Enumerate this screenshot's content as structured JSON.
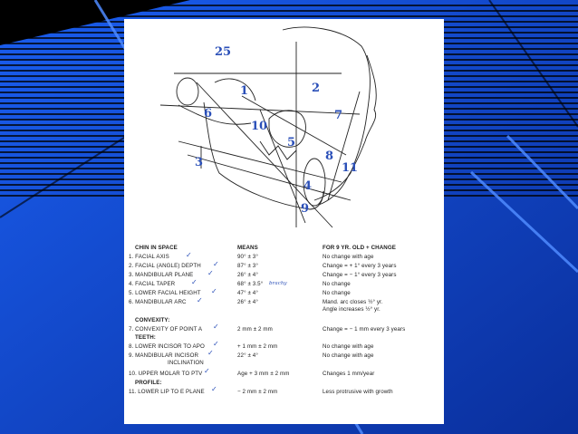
{
  "table": {
    "headers": {
      "name": "CHIN IN SPACE",
      "means": "MEANS",
      "change": "FOR 9 YR. OLD + CHANGE"
    },
    "rows": [
      {
        "name": "1. FACIAL AXIS",
        "mean": "90° ± 3°",
        "change": "No change with age"
      },
      {
        "name": "2. FACIAL (ANGLE) DEPTH",
        "mean": "87° ± 3°",
        "change": "Change = + 1° every 3 years"
      },
      {
        "name": "3. MANDIBULAR PLANE",
        "mean": "26° ± 4°",
        "change": "Change = − 1° every 3 years"
      },
      {
        "name": "4. FACIAL TAPER",
        "mean": "68° ± 3.5°",
        "change": "No change"
      },
      {
        "name": "5. LOWER FACIAL HEIGHT",
        "mean": "47° ± 4°",
        "change": "No change"
      },
      {
        "name": "6. MANDIBULAR ARC",
        "mean": "26° ± 4°",
        "change": "Mand. arc closes ½° yr."
      },
      {
        "name": "",
        "mean": "",
        "change": "Angle increases ½° yr."
      },
      {
        "name": "CONVEXITY:",
        "mean": "",
        "change": ""
      },
      {
        "name": "7. CONVEXITY OF POINT A",
        "mean": "2 mm ± 2 mm",
        "change": "Change = − 1 mm every 3 years"
      },
      {
        "name": "TEETH:",
        "mean": "",
        "change": ""
      },
      {
        "name": "8. LOWER INCISOR TO APO",
        "mean": "+ 1 mm ± 2 mm",
        "change": "No change with age"
      },
      {
        "name": "9. MANDIBULAR INCISOR",
        "mean": "22° ± 4°",
        "change": "No change with age"
      },
      {
        "name": "INCLINATION",
        "mean": "",
        "change": ""
      },
      {
        "name": "10. UPPER MOLAR TO PTV",
        "mean": "Age + 3 mm ± 2 mm",
        "change": "Changes 1 mm/year"
      },
      {
        "name": "PROFILE:",
        "mean": "",
        "change": ""
      },
      {
        "name": "11. LOWER LIP TO E PLANE",
        "mean": "− 2 mm ± 2 mm",
        "change": "Less protrusive with growth"
      }
    ],
    "handwritten_note": "brachy"
  },
  "tracing": {
    "labels": [
      "1",
      "2",
      "3",
      "4",
      "5",
      "6",
      "7",
      "8",
      "9",
      "10",
      "11",
      "25"
    ]
  },
  "colors": {
    "ink": "#2a4fb8",
    "line": "#222222",
    "paper": "#ffffff",
    "background_blue": "#0f4fd8"
  }
}
